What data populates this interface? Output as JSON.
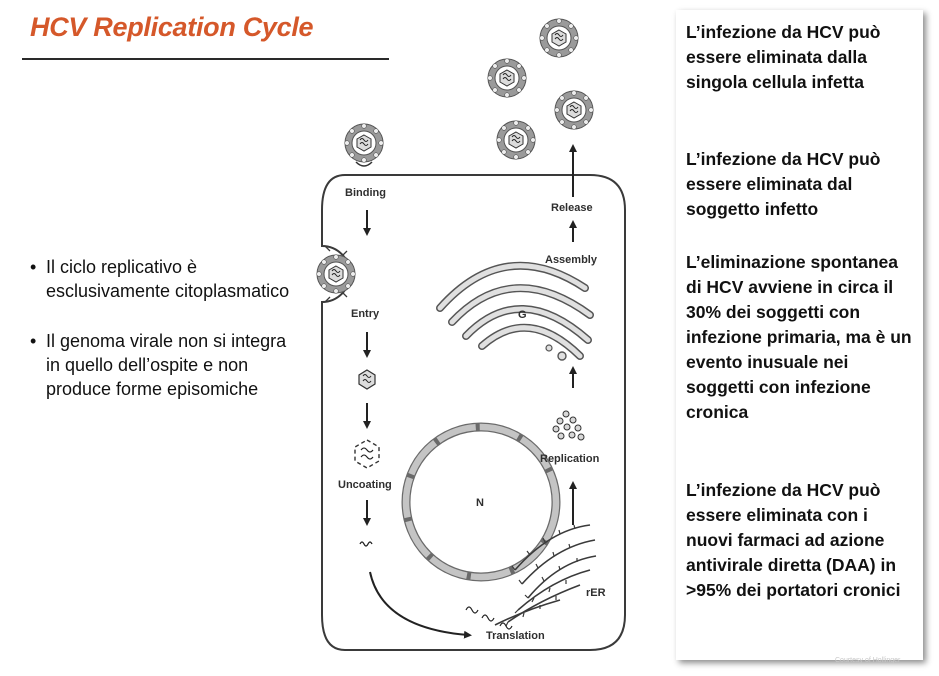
{
  "title": "HCV Replication Cycle",
  "bullets": [
    "Il ciclo replicativo è esclusivamente citoplasmatico",
    "Il genoma virale non si integra in quello dell’ospite e non produce forme episomiche"
  ],
  "diagram": {
    "labels": {
      "binding": "Binding",
      "entry": "Entry",
      "uncoating": "Uncoating",
      "translation": "Translation",
      "replication": "Replication",
      "assembly": "Assembly",
      "release": "Release",
      "nucleus": "N",
      "golgi": "G",
      "rer": "rER"
    }
  },
  "panel": {
    "paragraphs": [
      "L’infezione da HCV può essere eliminata dalla singola cellula infetta",
      "L’infezione da HCV può essere eliminata dal soggetto infetto",
      "L’eliminazione spontanea di HCV avviene in circa il 30% dei soggetti con infezione primaria, ma è un evento inusuale nei soggetti con infezione cronica",
      "L’infezione da HCV può essere eliminata con i nuovi farmaci ad azione antivirale diretta (DAA) in >95% dei portatori cronici"
    ]
  },
  "credit": "Courtesy of Hollinger",
  "colors": {
    "title": "#d5582a",
    "diagram_ink": "#3a3a3a",
    "diagram_fill": "#bdbdbd"
  }
}
